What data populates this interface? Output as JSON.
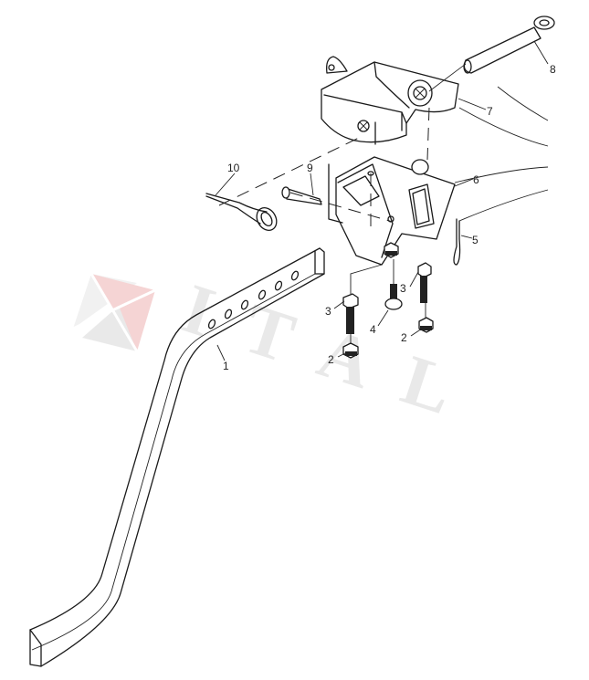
{
  "diagram": {
    "watermark": {
      "text": "ITAL",
      "logo_colors": [
        "#e8b4b4",
        "#d9d9d9"
      ]
    },
    "callouts": [
      {
        "id": "1",
        "label": "1"
      },
      {
        "id": "2a",
        "label": "2"
      },
      {
        "id": "2b",
        "label": "2"
      },
      {
        "id": "3a",
        "label": "3"
      },
      {
        "id": "3b",
        "label": "3"
      },
      {
        "id": "4",
        "label": "4"
      },
      {
        "id": "5",
        "label": "5"
      },
      {
        "id": "6",
        "label": "6"
      },
      {
        "id": "7",
        "label": "7"
      },
      {
        "id": "8",
        "label": "8"
      },
      {
        "id": "9",
        "label": "9"
      },
      {
        "id": "10",
        "label": "10"
      }
    ]
  }
}
